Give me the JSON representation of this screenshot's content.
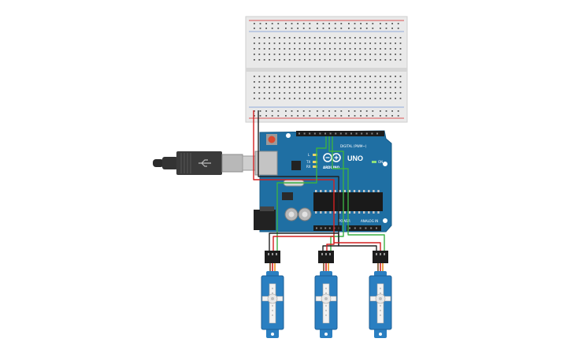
{
  "board": {
    "model_label": "UNO",
    "brand_label": "ARDUINO",
    "digital_label": "DIGITAL (PWM~)",
    "power_label": "POWER",
    "analog_label": "ANALOG IN",
    "on_label": "ON",
    "led_l_label": "L",
    "tx_label": "TX",
    "rx_label": "RX",
    "board_color": "#1f6fa3"
  },
  "components": {
    "servo_count": 3,
    "servo_color": "#2a7fc1",
    "breadboard_color": "#e8e8e8"
  },
  "wires": {
    "signal_color": "#3cb043",
    "power_color": "#d42020",
    "ground_color": "#222222"
  }
}
